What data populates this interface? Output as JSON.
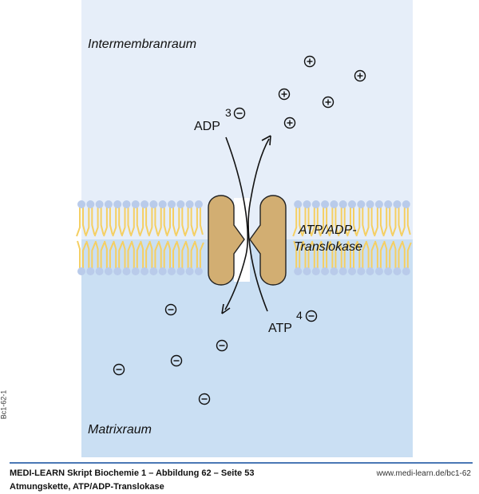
{
  "labels": {
    "intermembrane": "Intermembranraum",
    "matrix": "Matrixraum",
    "translocase_line1": "ATP/ADP-",
    "translocase_line2": "Translokase",
    "adp": "ADP",
    "adp_charge": "3",
    "atp": "ATP",
    "atp_charge": "4"
  },
  "footer": {
    "title": "MEDI-LEARN Skript Biochemie 1 – Abbildung 62 – Seite 53",
    "subtitle": "Atmungskette, ATP/ADP-Translokase",
    "url": "www.medi-learn.de/bc1-62",
    "side_code": "Bc1-62-1"
  },
  "colors": {
    "intermembrane_bg": "#e6eef9",
    "matrix_bg": "#cadff3",
    "lipid_head": "#b9cbea",
    "lipid_tail": "#f5cf62",
    "protein": "#d2ae72",
    "footer_line": "#4a78b5"
  }
}
